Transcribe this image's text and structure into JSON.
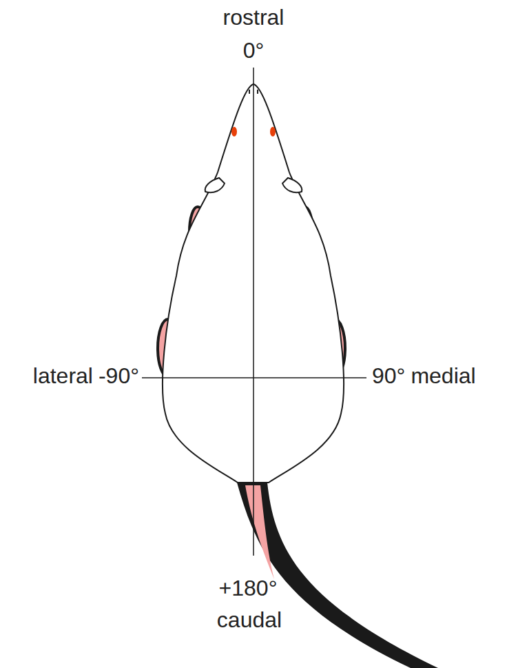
{
  "diagram": {
    "labels": [
      "rostral",
      "0°",
      "lateral",
      "-90°",
      "90°",
      "medial",
      "+180°",
      "caudal"
    ]
  }
}
